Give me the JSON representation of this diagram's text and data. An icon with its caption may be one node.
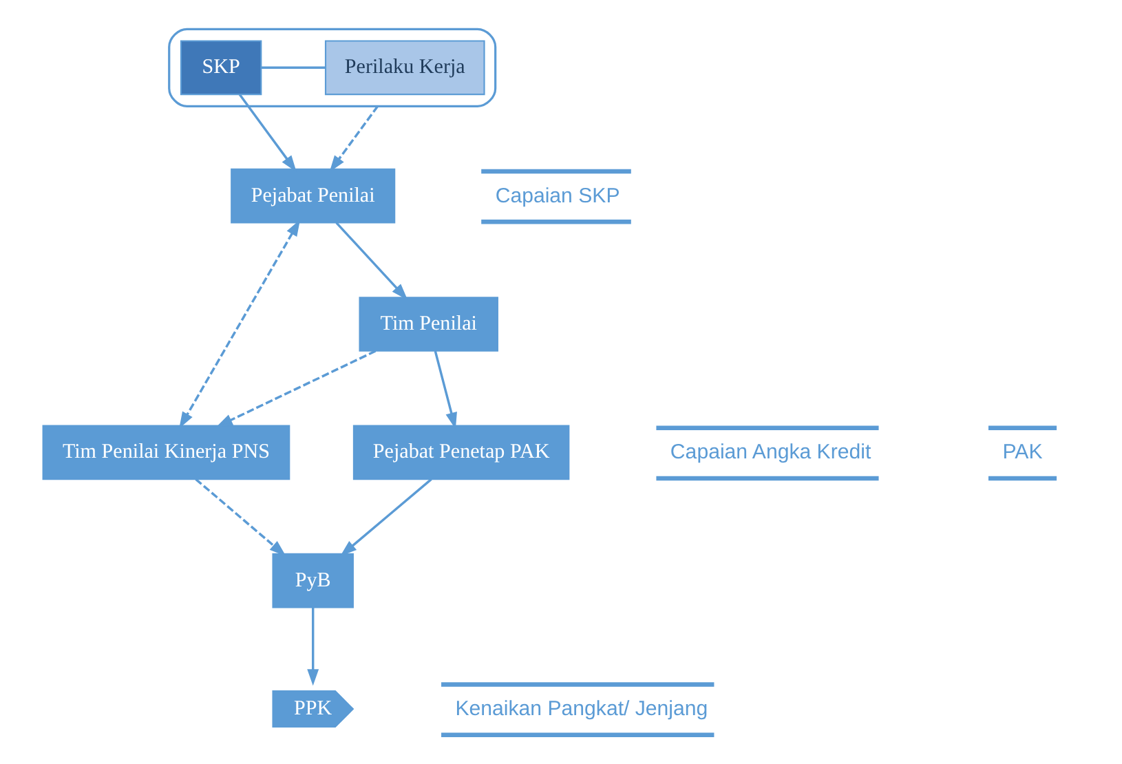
{
  "diagram": {
    "nodes": [
      {
        "text": [],
        "shape": "document"
      },
      {
        "text": [
          "SKP"
        ],
        "in": 0
      },
      {
        "text": [
          "Perilaku Kerja"
        ],
        "in": 0
      },
      {
        "text": [
          "Pejabat Penilai"
        ]
      },
      {
        "text": [
          "Tim Penilai"
        ]
      },
      {
        "text": [
          "Tim Penilai Kinerja PNS"
        ]
      },
      {
        "text": [
          "Pejabat Penetap PAK"
        ]
      },
      {
        "text": [
          "PyB"
        ]
      },
      {
        "text": [
          "PPK"
        ]
      }
    ],
    "edges": [
      {
        "from": 1,
        "to": 2,
        "arrow": "none"
      },
      {
        "from": 1,
        "to": 3,
        "arrow": "to"
      },
      {
        "from": 0,
        "to": 3,
        "arrow": "to",
        "style": "dashed"
      },
      {
        "from": 3,
        "to": 5,
        "arrow": "both",
        "style": "dashed"
      },
      {
        "from": 3,
        "to": 4,
        "arrow": "to"
      },
      {
        "from": 4,
        "to": 5,
        "arrow": "to",
        "style": "dashed"
      },
      {
        "from": 4,
        "to": 6,
        "arrow": "to"
      },
      {
        "from": 5,
        "to": 7,
        "arrow": "to",
        "style": "dashed"
      },
      {
        "from": 6,
        "to": 7,
        "arrow": "to"
      },
      {
        "from": 7,
        "to": 8,
        "arrow": "to"
      }
    ],
    "labels": [
      "Kenaikan Pangkat/ Jenjang",
      "PAK",
      "Capaian SKP",
      "Capaian Angka Kredit"
    ]
  }
}
